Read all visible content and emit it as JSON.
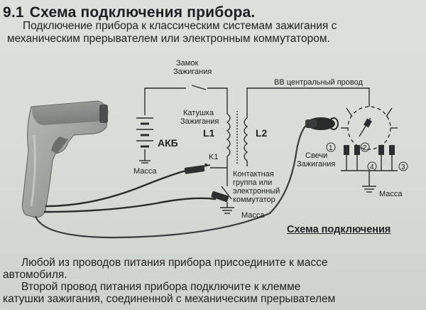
{
  "section": {
    "number": "9.1",
    "title": "Схема подключения прибора."
  },
  "intro": {
    "line1": "Подключение прибора к классическим системам зажигания с",
    "line2": "механическим прерывателем  или  электронным коммутатором."
  },
  "diagram": {
    "labels": {
      "ignition_lock_1": "Замок",
      "ignition_lock_2": "Зажигания",
      "hv_wire": "ВВ центральный провод",
      "coil_1": "Катушка",
      "coil_2": "Зажигания",
      "l1": "L1",
      "l2": "L2",
      "battery": "АКБ",
      "ground_left": "Масса",
      "k1": "K1",
      "contact_1": "Контактная",
      "contact_2": "группа или",
      "contact_3": "электронный",
      "contact_4": "коммутатор",
      "ground_bottom": "Масса",
      "plugs_1": "Свечи",
      "plugs_2": "Зажигания",
      "ground_right": "Масса",
      "n1": "1",
      "n2": "2",
      "n3": "3",
      "n4": "4"
    },
    "caption": "Схема подключения"
  },
  "body": {
    "para1_line1": "Любой из проводов питания прибора   присоедините к массе",
    "para1_line2": "автомобиля.",
    "para2_line1": "Второй провод питания прибора подключите к клемме",
    "para2_line2": "катушки зажигания, соединенной с механическим прерывателем"
  }
}
